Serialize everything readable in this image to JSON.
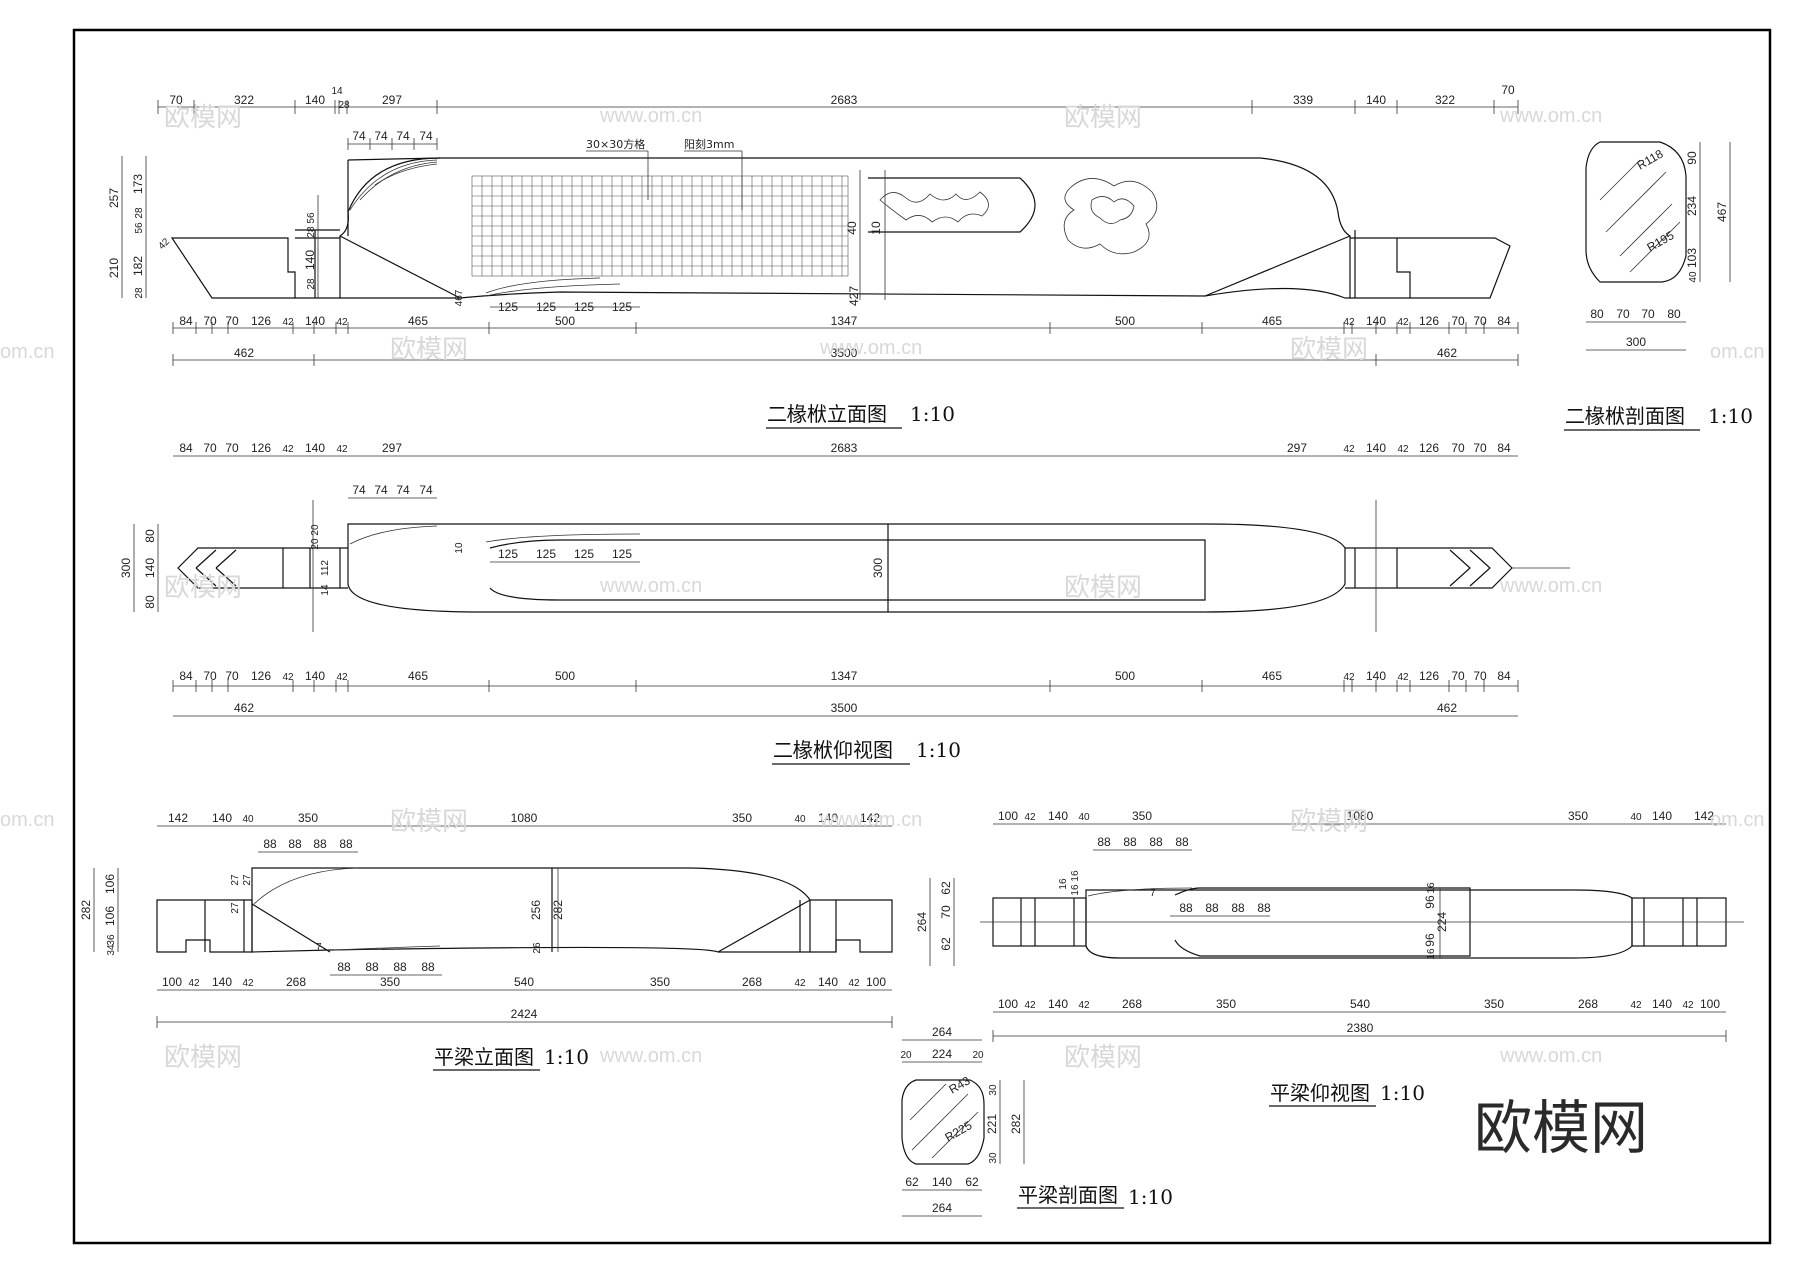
{
  "titles": {
    "elevation": "二椽栿立面图",
    "section": "二椽栿剖面图",
    "bottom_view": "二椽栿仰视图",
    "beam_elevation": "平梁立面图",
    "beam_bottom_view": "平梁仰视图",
    "beam_section": "平梁剖面图",
    "scale": "1:10"
  },
  "notes": {
    "grid": "30×30方格",
    "relief": "阳刻3mm"
  },
  "watermark": {
    "brand": "欧模网",
    "url": "www.om.cn",
    "url_fragment": "om.cn",
    "logo": "欧模网"
  },
  "elevation": {
    "top_dims": [
      "70",
      "322",
      "140",
      "14",
      "28",
      "297",
      "2683",
      "339",
      "140",
      "322",
      "70"
    ],
    "sub_dims": [
      "74",
      "74",
      "74",
      "74"
    ],
    "left_dims": [
      "257",
      "173",
      "28",
      "56",
      "210",
      "182",
      "28",
      "42"
    ],
    "inner_dims": [
      "56",
      "28",
      "140",
      "28",
      "427",
      "467",
      "40",
      "10"
    ],
    "grid_dims": [
      "125",
      "125",
      "125",
      "125"
    ],
    "bottom_dims": [
      "84",
      "70",
      "70",
      "126",
      "42",
      "140",
      "42",
      "465",
      "500",
      "1347",
      "500",
      "465",
      "42",
      "140",
      "42",
      "126",
      "70",
      "70",
      "84"
    ],
    "totals": [
      "462",
      "3500",
      "462"
    ]
  },
  "section": {
    "labels": [
      "R118",
      "R195"
    ],
    "right_dims": [
      "90",
      "234",
      "103",
      "40",
      "467"
    ],
    "bottom_dims": [
      "80",
      "70",
      "70",
      "80"
    ],
    "total": "300"
  },
  "bottom_view": {
    "top_dims": [
      "84",
      "70",
      "70",
      "126",
      "42",
      "140",
      "42",
      "297",
      "2683",
      "297",
      "42",
      "140",
      "42",
      "126",
      "70",
      "70",
      "84"
    ],
    "sub_dims": [
      "74",
      "74",
      "74",
      "74"
    ],
    "left_dims": [
      "300",
      "80",
      "140",
      "80"
    ],
    "inner_dims": [
      "20",
      "20",
      "112",
      "14",
      "300",
      "10"
    ],
    "grid_dims": [
      "125",
      "125",
      "125",
      "125"
    ],
    "bottom_dims": [
      "84",
      "70",
      "70",
      "126",
      "42",
      "140",
      "42",
      "465",
      "500",
      "1347",
      "500",
      "465",
      "42",
      "140",
      "42",
      "126",
      "70",
      "70",
      "84"
    ],
    "totals": [
      "462",
      "3500",
      "462"
    ]
  },
  "beam_elevation": {
    "top_dims": [
      "142",
      "140",
      "40",
      "350",
      "1080",
      "350",
      "40",
      "140",
      "142"
    ],
    "sub_dims": [
      "88",
      "88",
      "88",
      "88"
    ],
    "left_dims": [
      "282",
      "106",
      "106",
      "36",
      "34",
      "27",
      "27",
      "27"
    ],
    "inner_dims": [
      "256",
      "282",
      "26",
      "7"
    ],
    "lower_sub_dims": [
      "88",
      "88",
      "88",
      "88"
    ],
    "bottom_dims": [
      "100",
      "42",
      "140",
      "42",
      "268",
      "350",
      "540",
      "350",
      "268",
      "42",
      "140",
      "42",
      "100"
    ],
    "total": "2424"
  },
  "beam_bottom_view": {
    "top_dims": [
      "100",
      "42",
      "140",
      "40",
      "350",
      "1080",
      "350",
      "40",
      "140",
      "142"
    ],
    "sub_dims": [
      "88",
      "88",
      "88",
      "88"
    ],
    "left_dims": [
      "264",
      "62",
      "70",
      "62"
    ],
    "inner_dims": [
      "16",
      "16",
      "16",
      "7",
      "96",
      "16",
      "224",
      "96",
      "16"
    ],
    "inner_sub_dims": [
      "88",
      "88",
      "88",
      "88"
    ],
    "bottom_dims": [
      "100",
      "42",
      "140",
      "42",
      "268",
      "350",
      "540",
      "350",
      "268",
      "42",
      "140",
      "42",
      "100"
    ],
    "total": "2380"
  },
  "beam_section": {
    "top_total": "264",
    "top_dims": [
      "20",
      "224",
      "20"
    ],
    "labels": [
      "R43",
      "R225"
    ],
    "right_dims": [
      "30",
      "221",
      "30",
      "282"
    ],
    "bottom_dims": [
      "62",
      "140",
      "62"
    ],
    "total": "264"
  }
}
